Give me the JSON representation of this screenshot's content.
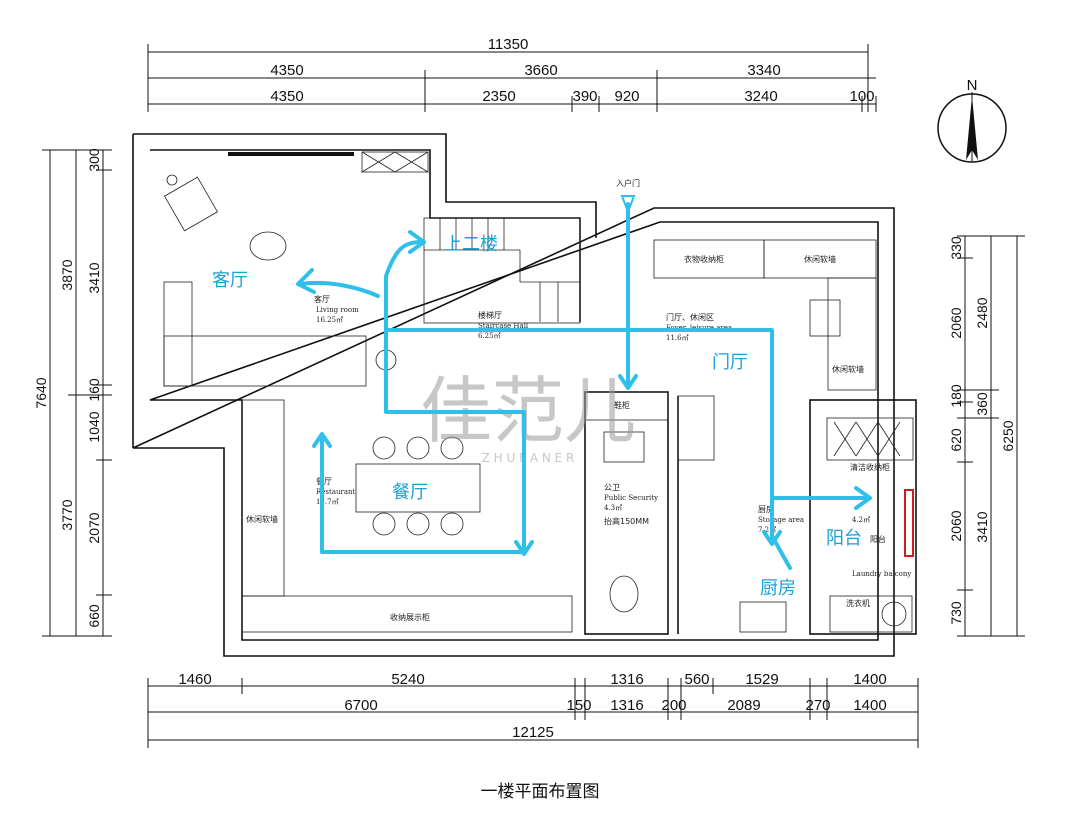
{
  "caption": "一楼平面布置图",
  "compass": {
    "letter": "N",
    "icon": "north-arrow-icon"
  },
  "watermark": {
    "main": "佳范儿",
    "sub": "Z H U F A N E R"
  },
  "colors": {
    "flow_arrow": "#2ec0e8",
    "room_label": "#1aa0d8",
    "wall": "#111111"
  },
  "dimensions": {
    "top_row1": [
      "11350"
    ],
    "top_row2": [
      "4350",
      "3660",
      "3340"
    ],
    "top_row3": [
      "4350",
      "2350",
      "390",
      "920",
      "3240",
      "100"
    ],
    "bottom_row1": [
      "1460",
      "5240",
      "1316",
      "560",
      "1529",
      "1400"
    ],
    "bottom_row2": [
      "6700",
      "150",
      "1316",
      "200",
      "2089",
      "270",
      "1400"
    ],
    "bottom_row3": [
      "12125"
    ],
    "left_outer": [
      "7640"
    ],
    "left_mid": [
      "3870",
      "3770"
    ],
    "left_inner": [
      "300",
      "3410",
      "160",
      "1040",
      "2070",
      "660"
    ],
    "right_inner": [
      "330",
      "2060",
      "180",
      "620",
      "2060",
      "730"
    ],
    "right_mid": [
      "2480",
      "360",
      "3410"
    ],
    "right_outer": [
      "6250"
    ]
  },
  "room_labels": {
    "living": "客厅",
    "upstairs": "上二楼",
    "foyer": "门厅",
    "dining": "餐厅",
    "balcony": "阳台",
    "kitchen": "厨房"
  },
  "annotations": {
    "entrance": "入户门",
    "living_cn": "客厅",
    "living_en": "Living room",
    "living_area": "16.25㎡",
    "stair_cn": "楼梯厅",
    "stair_en": "Staircase Hall",
    "stair_area": "6.25㎡",
    "foyer_cn": "门厅、休闲区",
    "foyer_en": "Foyer, leisure area",
    "foyer_area": "11.6㎡",
    "shoe_cabinet": "衣物收纳柜",
    "leisure_bench_top": "休闲软墙",
    "leisure_bench_right": "休闲软墙",
    "leisure_bench_left": "休闲软墙",
    "dining_cn": "餐厅",
    "dining_en": "Restaurant",
    "dining_area": "11.7㎡",
    "storage_display": "收纳展示柜",
    "bath_cn": "公卫",
    "bath_en": "Public Security",
    "bath_area": "4.3㎡",
    "bath_note": "抬高150MM",
    "shoe": "鞋柜",
    "kitchen_cn": "厨房",
    "kitchen_en": "Storage area",
    "kitchen_area": "7.2㎡",
    "cleaning_cabinet": "清洁收纳柜",
    "balcony_area": "4.2㎡",
    "balcony_cn": "阳台",
    "laundry": "Laundry balcony",
    "washer": "洗衣机"
  }
}
